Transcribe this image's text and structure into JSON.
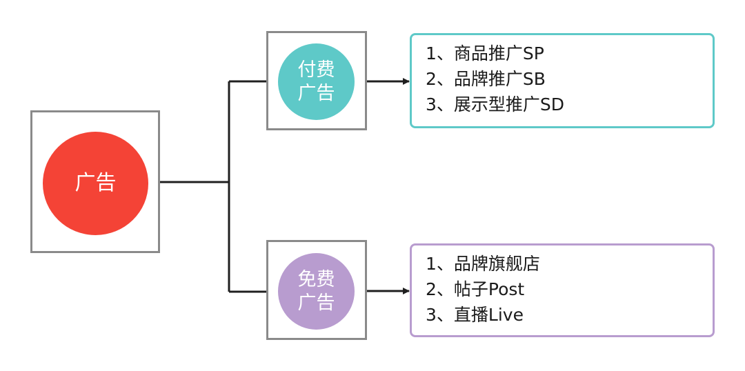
{
  "root": {
    "label": "广告",
    "color": "#f44336"
  },
  "branches": [
    {
      "label_line1": "付费",
      "label_line2": "广告",
      "color": "#5ec9c8",
      "border_color": "#5ec9c8",
      "items": [
        "1、商品推广SP",
        "2、品牌推广SB",
        "3、展示型推广SD"
      ]
    },
    {
      "label_line1": "免费",
      "label_line2": "广告",
      "color": "#b89ccf",
      "border_color": "#b89ccf",
      "items": [
        "1、品牌旗舰店",
        "2、帖子Post",
        "3、直播Live"
      ]
    }
  ]
}
